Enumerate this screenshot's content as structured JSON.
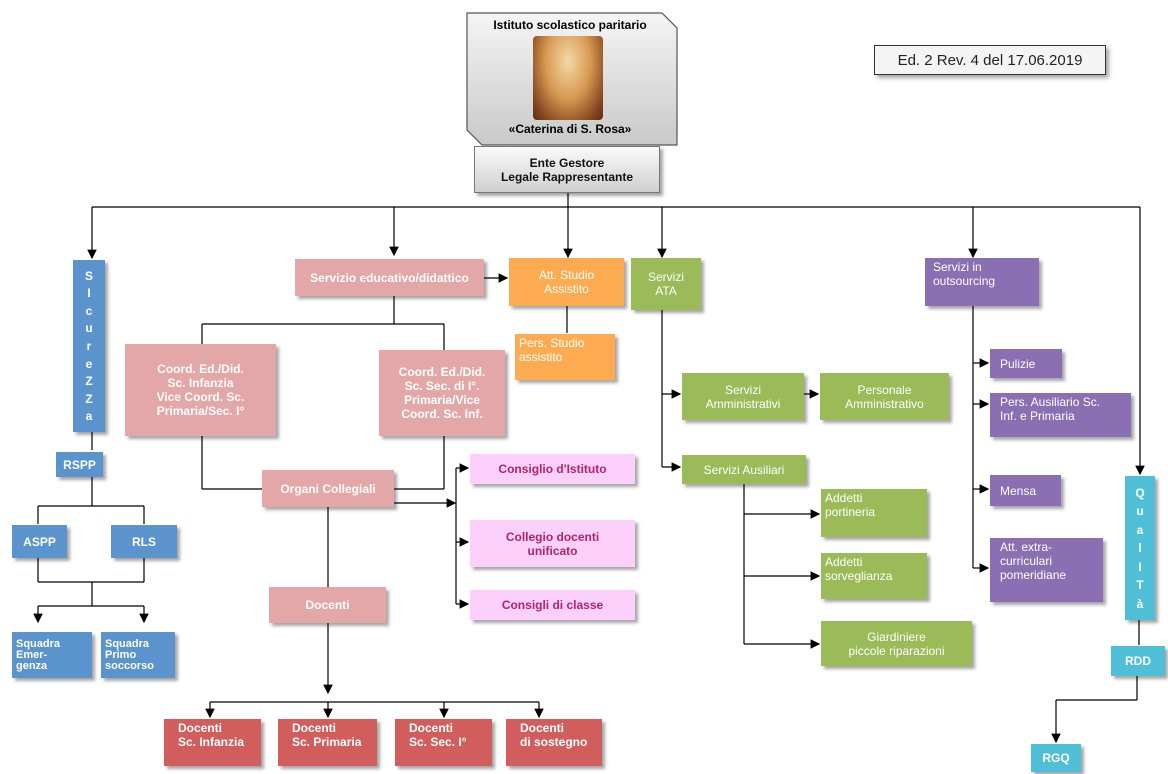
{
  "header": {
    "title": "Istituto scolastico paritario",
    "subtitle": "«Caterina di S. Rosa»"
  },
  "edition": "Ed. 2 Rev. 4 del 17.06.2019",
  "ente": [
    "Ente Gestore",
    "Legale Rappresentante"
  ],
  "sicurezza_letters": [
    "S",
    "I",
    "c",
    "u",
    "r",
    "e",
    "Z",
    "Z",
    "a"
  ],
  "qualita_letters": [
    "Q",
    "u",
    "a",
    "l",
    "I",
    "T",
    "à"
  ],
  "nodes": {
    "servizio_educativo": "Servizio educativo/didattico",
    "att_studio": [
      "Att. Studio",
      "Assistito"
    ],
    "pers_studio": [
      "Pers. Studio",
      "assistito"
    ],
    "servizi_ata": [
      "Servizi",
      "ATA"
    ],
    "servizi_outsourcing": [
      "Servizi in",
      "outsourcing"
    ],
    "coord_inf": [
      "Coord. Ed./Did.",
      "Sc. Infanzia",
      "Vice Coord. Sc.",
      "Primaria/Sec. I°"
    ],
    "coord_sec": [
      "Coord. Ed./Did.",
      "Sc. Sec. di I°.",
      "Primaria/Vice",
      "Coord. Sc. Inf."
    ],
    "organi_collegiali": "Organi Collegiali",
    "consiglio_istituto": "Consiglio d'Istituto",
    "collegio_docenti": [
      "Collegio docenti",
      "unificato"
    ],
    "consigli_classe": "Consigli di classe",
    "docenti": "Docenti",
    "docenti_infanzia": [
      "Docenti",
      "Sc. Infanzia"
    ],
    "docenti_primaria": [
      "Docenti",
      "Sc. Primaria"
    ],
    "docenti_sec": [
      "Docenti",
      "Sc. Sec. I°"
    ],
    "docenti_sostegno": [
      "Docenti",
      "di sostegno"
    ],
    "servizi_amministrativi": [
      "Servizi",
      "Amministrativi"
    ],
    "personale_amministrativo": [
      "Personale",
      "Amministrativo"
    ],
    "servizi_ausiliari": "Servizi  Ausiliari",
    "addetti_portineria": [
      "Addetti",
      "portineria"
    ],
    "addetti_sorveglianza": [
      "Addetti",
      "sorveglianza"
    ],
    "giardiniere": [
      "Giardiniere",
      "piccole riparazioni"
    ],
    "pulizie": "Pulizie",
    "pers_ausiliario": [
      "Pers. Ausiliario Sc.",
      "Inf. e Primaria"
    ],
    "mensa": "Mensa",
    "att_extra": [
      "Att. extra-",
      "curriculari",
      "pomeridiane"
    ],
    "rspp": "RSPP",
    "aspp": "ASPP",
    "rls": "RLS",
    "squadra_emergenza": [
      "Squadra",
      "Emer-",
      "genza"
    ],
    "squadra_primo": [
      "Squadra",
      "Primo",
      "soccorso"
    ],
    "rdd": "RDD",
    "rgq": "RGQ"
  },
  "colors": {
    "pink": "#e4a7a7",
    "red": "#d15d5d",
    "orange": "#fdab50",
    "green": "#9bbb59",
    "purple": "#8a6fb3",
    "blue": "#5b93cd",
    "cyan": "#4fbfd8",
    "light_pink": "#fbd0fb"
  }
}
